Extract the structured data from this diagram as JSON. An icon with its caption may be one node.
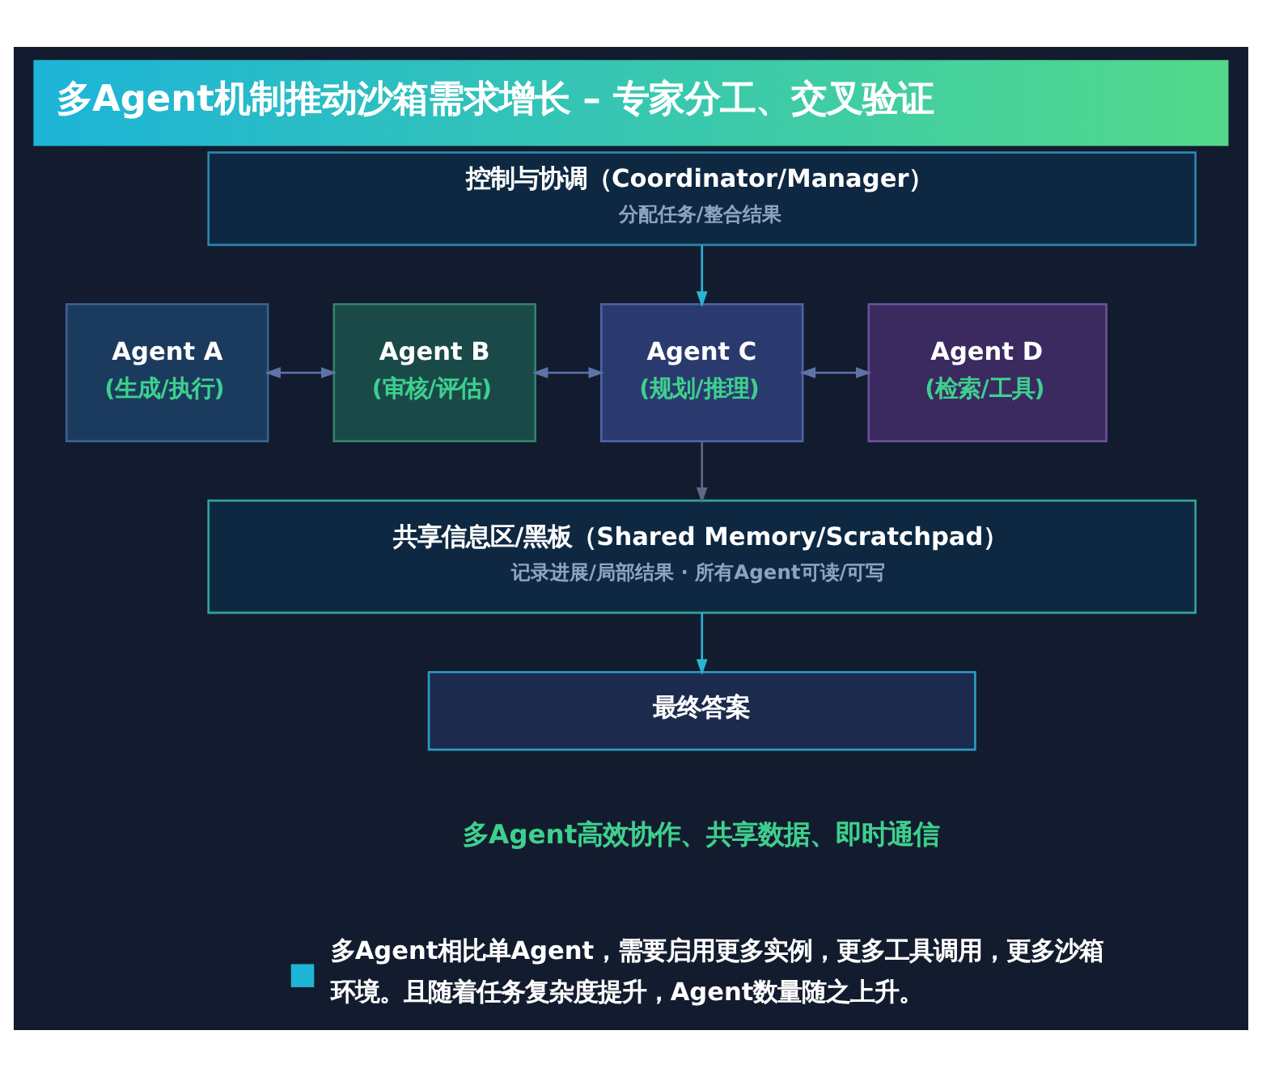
{
  "diagram": {
    "title": "多Agent机制推动沙箱需求增长 – 专家分工、交叉验证",
    "nodes": [
      {
        "text": [
          "控制与协调（Coordinator/Manager）",
          "分配任务/整合结果"
        ]
      },
      {
        "text": [
          "Agent A",
          "(生成/执行)"
        ]
      },
      {
        "text": [
          "Agent B",
          "(审核/评估)"
        ]
      },
      {
        "text": [
          "Agent C",
          "(规划/推理)"
        ]
      },
      {
        "text": [
          "Agent D",
          "(检索/工具)"
        ]
      },
      {
        "text": [
          "共享信息区/黑板（Shared Memory/Scratchpad）",
          "记录进展/局部结果 · 所有Agent可读/可写"
        ]
      },
      {
        "text": [
          "最终答案"
        ]
      }
    ],
    "edges": [
      {
        "from": 0,
        "to": 3,
        "arrow": "to",
        "color": "#2bb3d6"
      },
      {
        "from": 1,
        "to": 2,
        "arrow": "both"
      },
      {
        "from": 2,
        "to": 3,
        "arrow": "both"
      },
      {
        "from": 3,
        "to": 4,
        "arrow": "both"
      },
      {
        "from": 3,
        "to": 5,
        "arrow": "to",
        "color": "#5d6a85"
      },
      {
        "from": 5,
        "to": 6,
        "arrow": "to",
        "color": "#2bb3d6"
      }
    ],
    "labels": [
      "多Agent高效协作、共享数据、即时通信",
      "多Agent相比单Agent，需要启用更多实例，更多工具调用，更多沙箱环境。且随着任务复杂度提升，Agent数量随之上升。"
    ]
  }
}
